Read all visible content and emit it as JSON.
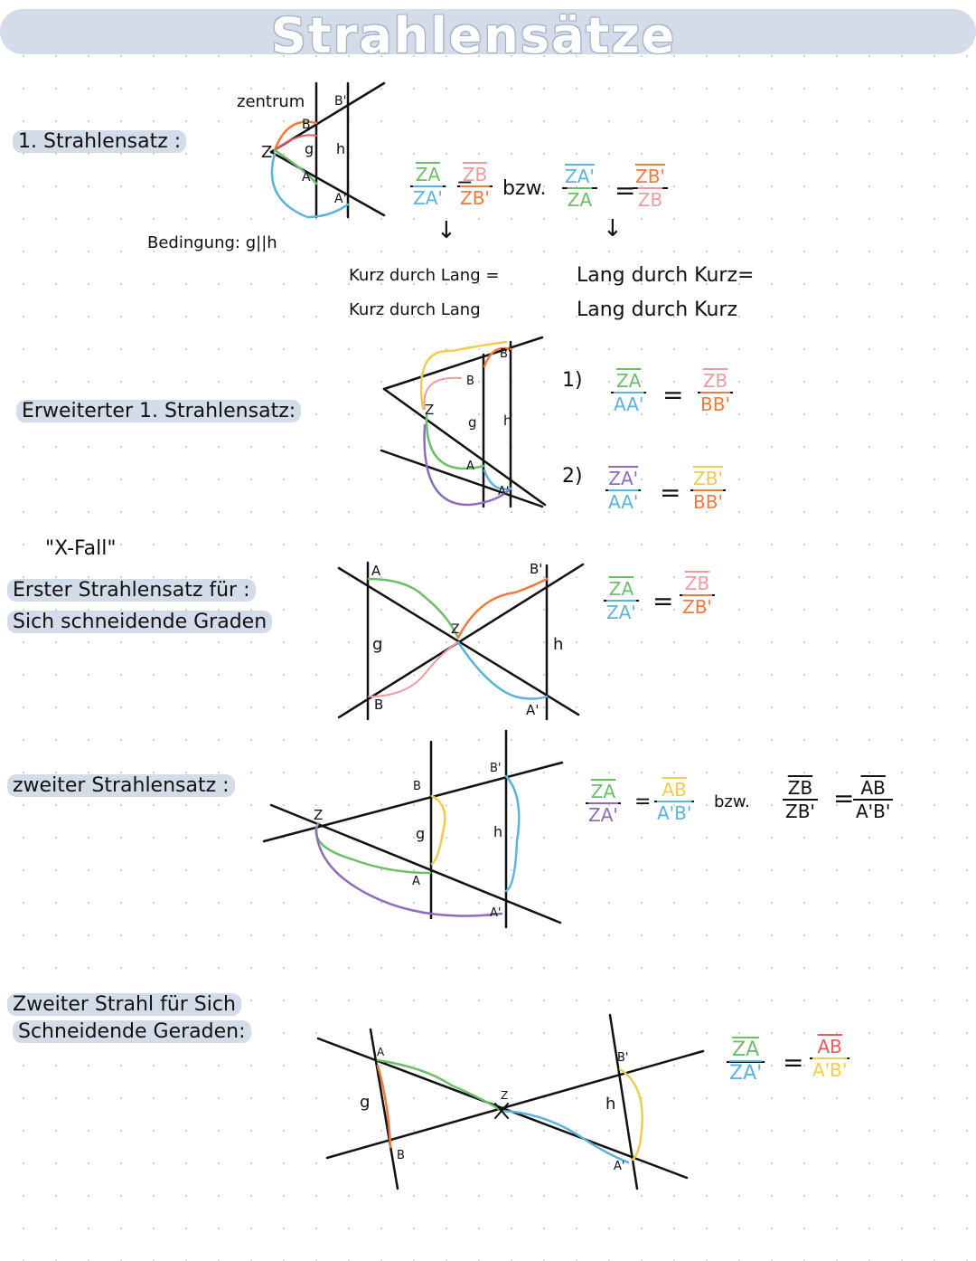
{
  "title": "Strahlensätze",
  "colors": {
    "green": "#6dbe6a",
    "blue": "#5ab4d9",
    "orange": "#ee7b3c",
    "red": "#e85a5a",
    "yellow": "#f1cc4c",
    "purple": "#8d6cb8",
    "pink": "#ef9aa0",
    "highlight": "#d3dce8"
  },
  "sec1": {
    "heading": "1. Strahlensatz :",
    "zentrum": "zentrum",
    "bedingung": "Bedingung: g||h",
    "labels": {
      "z": "Z",
      "b": "B",
      "b2": "B'",
      "a": "A",
      "a2": "A'",
      "g": "g",
      "h": "h"
    },
    "f1": {
      "n": "ZA",
      "d": "ZA'"
    },
    "f2": {
      "n": "ZB",
      "d": "ZB'"
    },
    "bzw": "bzw.",
    "f3": {
      "n": "ZA'",
      "d": "ZA"
    },
    "f4": {
      "n": "ZB'",
      "d": "ZB"
    },
    "arrow": "↓",
    "note_left_1": "Kurz durch Lang =",
    "note_left_2": "Kurz durch Lang",
    "note_right_1": "Lang durch Kurz=",
    "note_right_2": "Lang durch Kurz"
  },
  "sec2": {
    "heading": "Erweiterter 1. Strahlensatz:",
    "labels": {
      "z": "Z",
      "b": "B",
      "b2": "B'",
      "a": "A",
      "a2": "A'",
      "g": "g",
      "h": "h"
    },
    "n1": "1)",
    "n2": "2)",
    "f1": {
      "n": "ZA",
      "d": "AA'"
    },
    "f2": {
      "n": "ZB",
      "d": "BB'"
    },
    "f3": {
      "n": "ZA'",
      "d": "AA'"
    },
    "f4": {
      "n": "ZB'",
      "d": "BB'"
    }
  },
  "sec3": {
    "quote": "\"X-Fall\"",
    "heading_1": "Erster Strahlensatz für :",
    "heading_2": "Sich schneidende Graden",
    "labels": {
      "a": "A",
      "b": "B",
      "b2": "B'",
      "a2": "A'",
      "z": "Z",
      "g": "g",
      "h": "h"
    },
    "f1": {
      "n": "ZA",
      "d": "ZA'"
    },
    "f2": {
      "n": "ZB",
      "d": "ZB'"
    }
  },
  "sec4": {
    "heading": "zweiter Strahlensatz :",
    "labels": {
      "z": "Z",
      "b": "B",
      "b2": "B'",
      "a": "A",
      "a2": "A'",
      "g": "g",
      "h": "h"
    },
    "f1": {
      "n": "ZA",
      "d": "ZA'"
    },
    "f2": {
      "n": "AB",
      "d": "A'B'"
    },
    "bzw": "bzw.",
    "f3": {
      "n": "ZB",
      "d": "ZB'"
    },
    "f4": {
      "n": "AB",
      "d": "A'B'"
    }
  },
  "sec5": {
    "heading_1": "Zweiter Strahl für Sich",
    "heading_2": "Schneidende Geraden:",
    "labels": {
      "a": "A",
      "b": "B",
      "z": "Z",
      "b2": "B'",
      "a2": "A'",
      "g": "g",
      "h": "h"
    },
    "f1": {
      "n": "ZA",
      "d": "ZA'"
    },
    "f2": {
      "n": "AB",
      "d": "A'B'"
    }
  }
}
